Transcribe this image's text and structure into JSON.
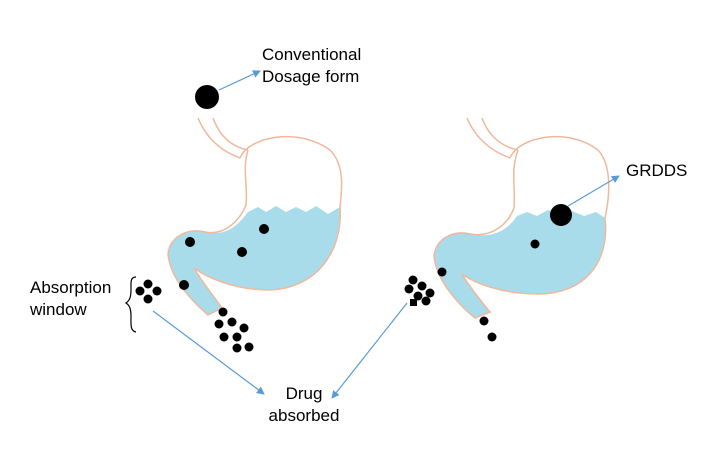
{
  "labels": {
    "conventional_line1": "Conventional",
    "conventional_line2": "Dosage form",
    "grdds": "GRDDS",
    "absorption_line1": "Absorption",
    "absorption_line2": "window",
    "drug_line1": "Drug",
    "drug_line2": "absorbed"
  },
  "colors": {
    "stomach_outline": "#f0b89c",
    "gastric_fluid": "#a8dcea",
    "arrow": "#5b9bd5",
    "particle": "#000000"
  }
}
